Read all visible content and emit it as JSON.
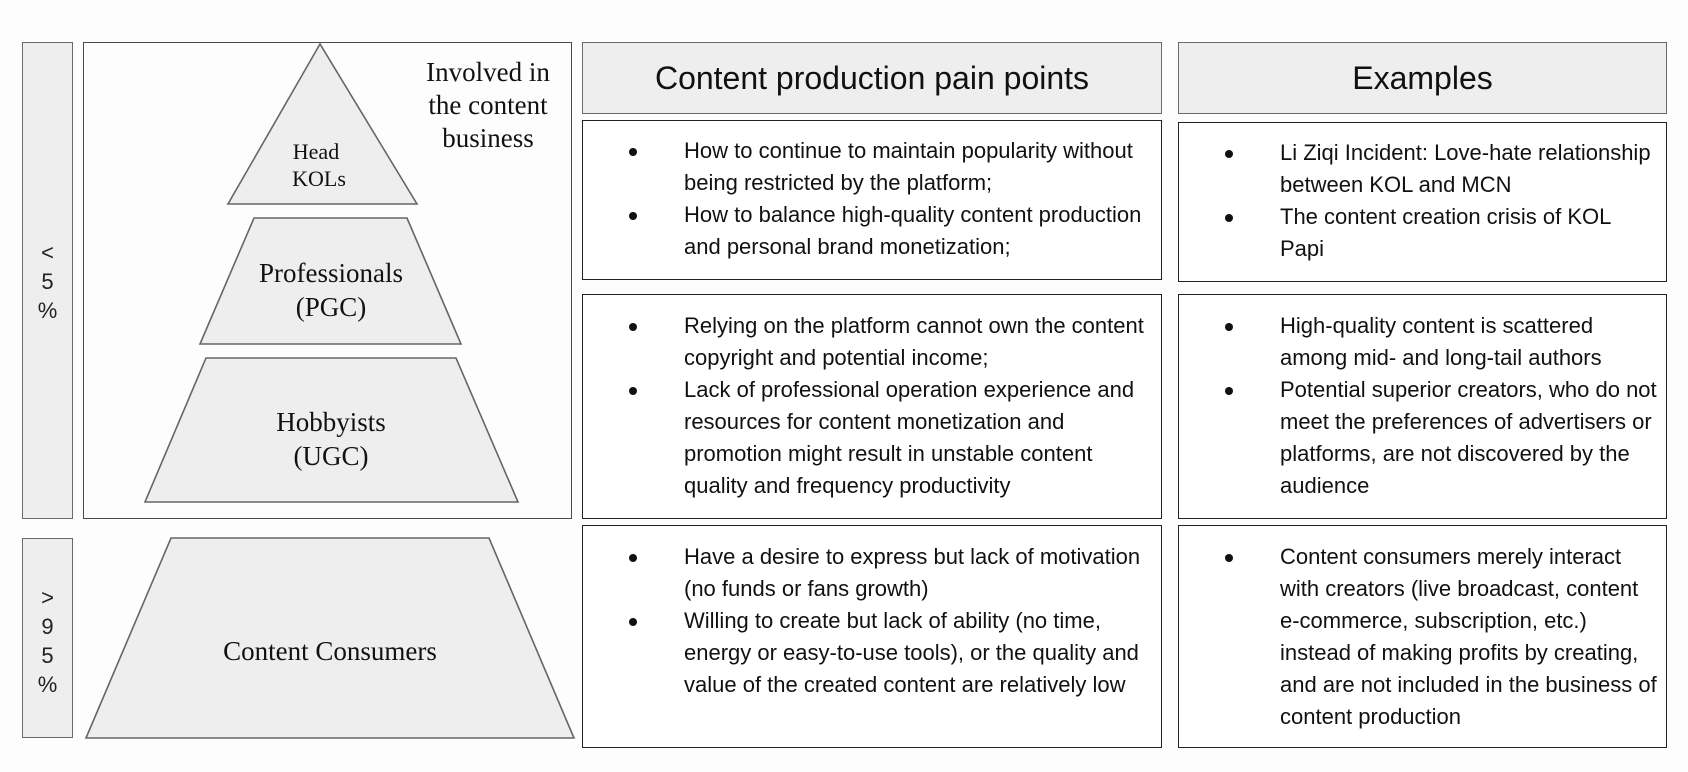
{
  "pyramid": {
    "involved_label": [
      "Involved in",
      "the content",
      "business"
    ],
    "tiers": [
      {
        "lines": [
          "Head",
          "KOLs"
        ]
      },
      {
        "lines": [
          "Professionals",
          "(PGC)"
        ]
      },
      {
        "lines": [
          "Hobbyists",
          "(UGC)"
        ]
      },
      {
        "lines": [
          "Content Consumers"
        ]
      }
    ]
  },
  "sidebars": {
    "top": [
      "<",
      "5",
      "%"
    ],
    "bottom": [
      ">",
      "9",
      "5",
      "%"
    ]
  },
  "headers": {
    "pain_points": "Content production pain points",
    "examples": "Examples"
  },
  "rows": [
    {
      "pain_points": [
        "How to continue to maintain popularity without being restricted by the platform;",
        "How to balance high-quality content production and personal brand monetization;"
      ],
      "examples": [
        "Li Ziqi Incident: Love-hate relationship between KOL and MCN",
        "The content creation crisis of KOL Papi"
      ]
    },
    {
      "pain_points": [
        "Relying on the platform cannot own the content copyright and potential income;",
        "Lack of professional operation experience and resources for content monetization and promotion might result in unstable content quality and frequency productivity"
      ],
      "examples": [
        "High-quality content is scattered among mid- and long-tail authors",
        "Potential superior creators, who do not meet the preferences of advertisers or platforms, are not discovered by the audience"
      ]
    },
    {
      "pain_points": [
        "Have a desire to express but lack of motivation (no funds or fans growth)",
        "Willing to create but lack of ability (no time, energy or easy-to-use tools), or the quality and value of the created content are relatively low"
      ],
      "examples": [
        "Content consumers merely interact with creators (live broadcast, content e-commerce, subscription, etc.) instead of making profits by creating, and are not included in the business of content production"
      ]
    }
  ]
}
